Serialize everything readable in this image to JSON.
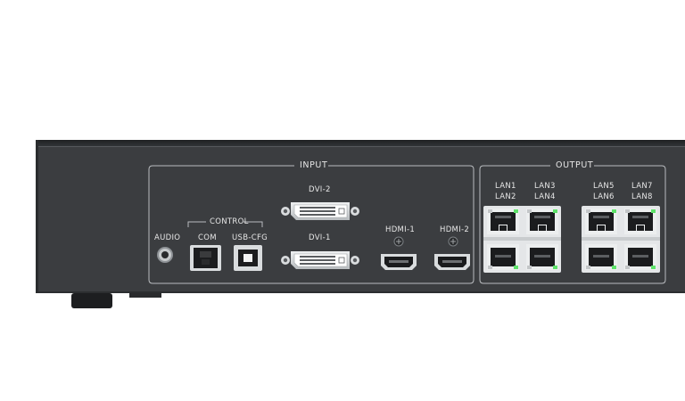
{
  "panel": {
    "input_label": "INPUT",
    "output_label": "OUTPUT",
    "control_label": "CONTROL",
    "audio_label": "AUDIO",
    "com_label": "COM",
    "usb_cfg_label": "USB-CFG",
    "dvi2_label": "DVI-2",
    "dvi1_label": "DVI-1",
    "hdmi1_label": "HDMI-1",
    "hdmi2_label": "HDMI-2",
    "lan_labels": {
      "lan1": "LAN1",
      "lan2": "LAN2",
      "lan3": "LAN3",
      "lan4": "LAN4",
      "lan5": "LAN5",
      "lan6": "LAN6",
      "lan7": "LAN7",
      "lan8": "LAN8"
    }
  },
  "colors": {
    "chassis": "#3b3d40",
    "chassis_top": "#2a2c2e",
    "outline": "#b9bcbf",
    "port_metal": "#d5d8da",
    "led_green": "#5ee26a"
  },
  "icons": [
    "screw-icon",
    "rj45-port-icon",
    "dvi-port-icon",
    "hdmi-port-icon",
    "usb-b-port-icon",
    "audio-jack-icon"
  ]
}
